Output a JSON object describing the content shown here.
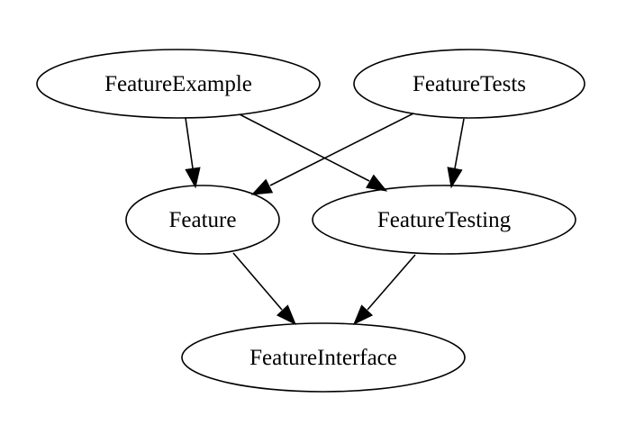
{
  "nodes": [
    {
      "id": "FeatureExample",
      "label": "FeatureExample"
    },
    {
      "id": "FeatureTests",
      "label": "FeatureTests"
    },
    {
      "id": "Feature",
      "label": "Feature"
    },
    {
      "id": "FeatureTesting",
      "label": "FeatureTesting"
    },
    {
      "id": "FeatureInterface",
      "label": "FeatureInterface"
    }
  ],
  "edges": [
    {
      "from": "FeatureExample",
      "to": "Feature"
    },
    {
      "from": "FeatureExample",
      "to": "FeatureTesting"
    },
    {
      "from": "FeatureTests",
      "to": "Feature"
    },
    {
      "from": "FeatureTests",
      "to": "FeatureTesting"
    },
    {
      "from": "Feature",
      "to": "FeatureInterface"
    },
    {
      "from": "FeatureTesting",
      "to": "FeatureInterface"
    }
  ]
}
